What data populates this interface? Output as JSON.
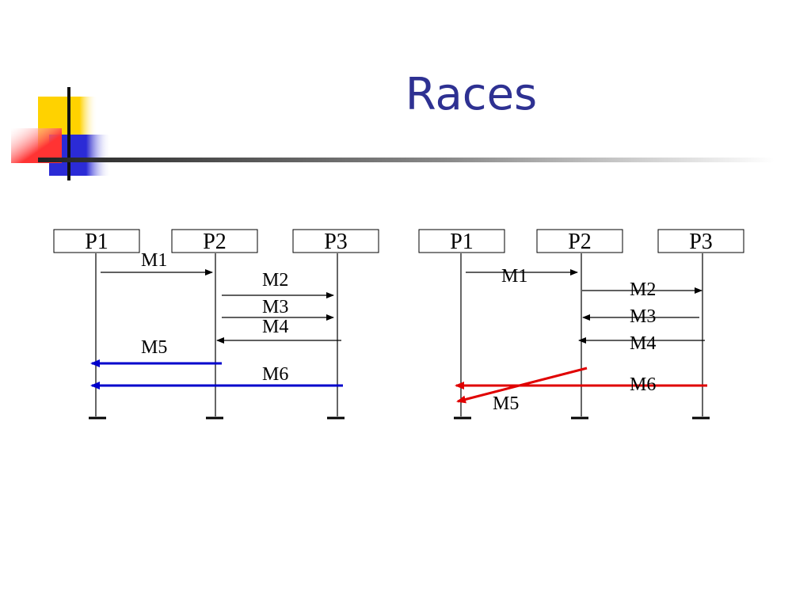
{
  "slide": {
    "title": "Races"
  },
  "diagrams": [
    {
      "processes": [
        "P1",
        "P2",
        "P3"
      ],
      "messages": [
        "M1",
        "M2",
        "M3",
        "M4",
        "M5",
        "M6"
      ]
    },
    {
      "processes": [
        "P1",
        "P2",
        "P3"
      ],
      "messages": [
        "M1",
        "M2",
        "M3",
        "M4",
        "M5",
        "M6"
      ]
    }
  ],
  "colors": {
    "title": "#2e3192",
    "message_default": "#000000",
    "race_left": "#0000cc",
    "race_right": "#e00000",
    "logo_yellow": "#ffd200",
    "logo_red": "#ff3333",
    "logo_blue": "#2b2bd6"
  }
}
